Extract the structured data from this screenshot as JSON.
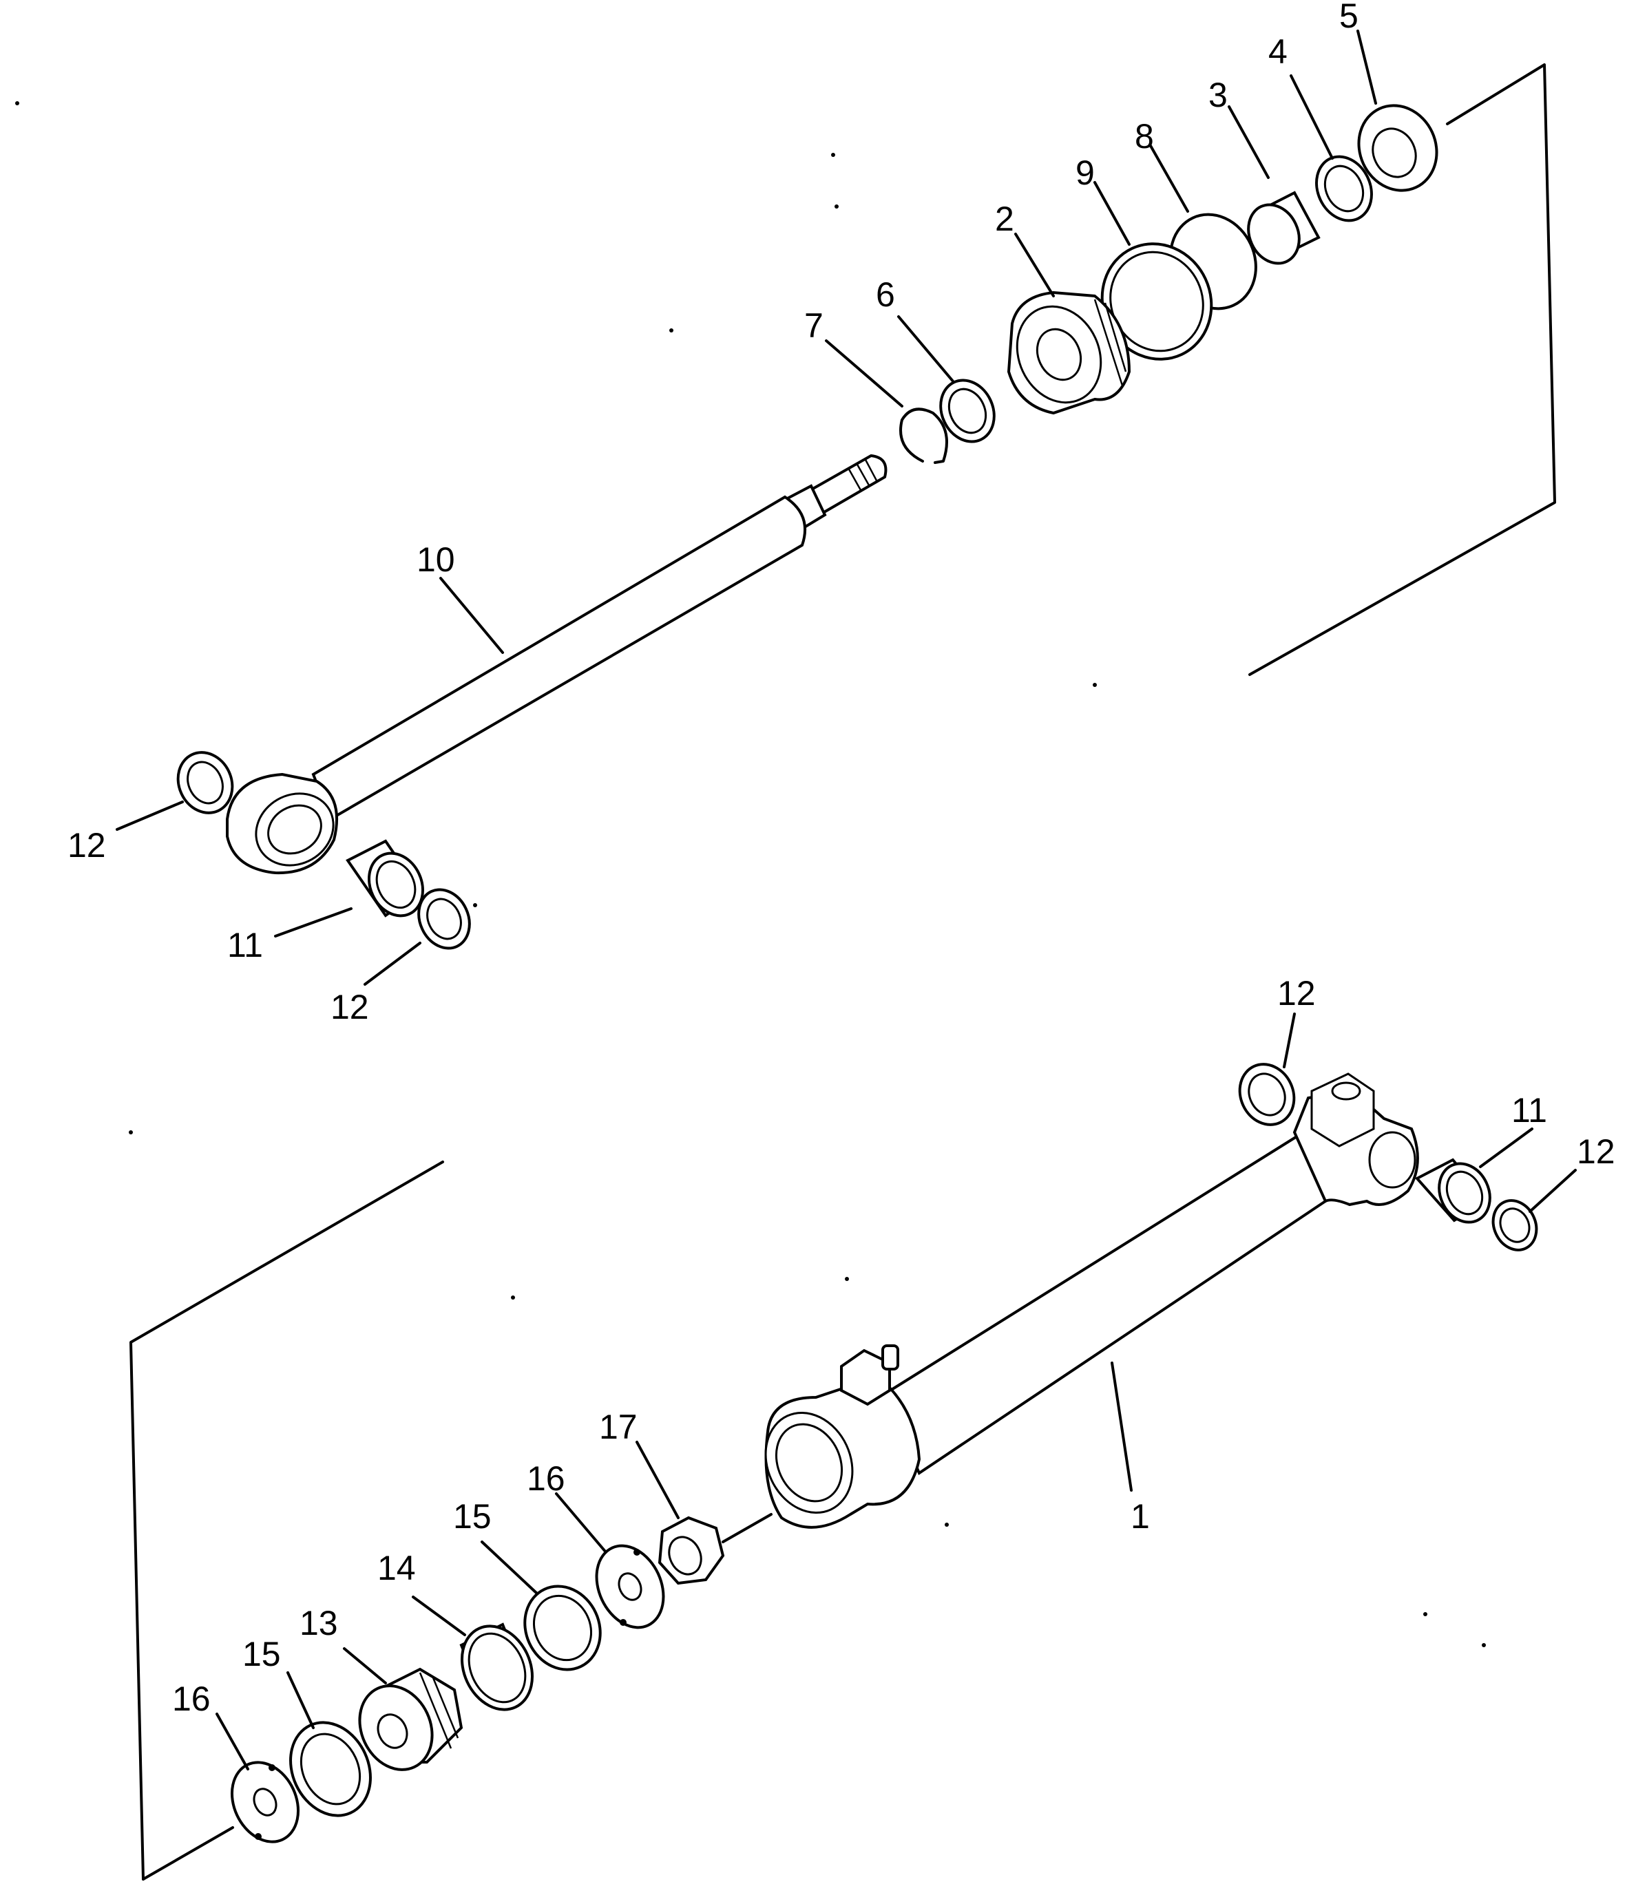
{
  "labels": {
    "p1": "1",
    "p2": "2",
    "p3": "3",
    "p4": "4",
    "p5": "5",
    "p6": "6",
    "p7": "7",
    "p8": "8",
    "p9": "9",
    "p10": "10",
    "p11a": "11",
    "p11b": "11",
    "p12a": "12",
    "p12b": "12",
    "p12c": "12",
    "p12d": "12",
    "p13": "13",
    "p14": "14",
    "p15a": "15",
    "p15b": "15",
    "p16a": "16",
    "p16b": "16",
    "p17": "17"
  }
}
